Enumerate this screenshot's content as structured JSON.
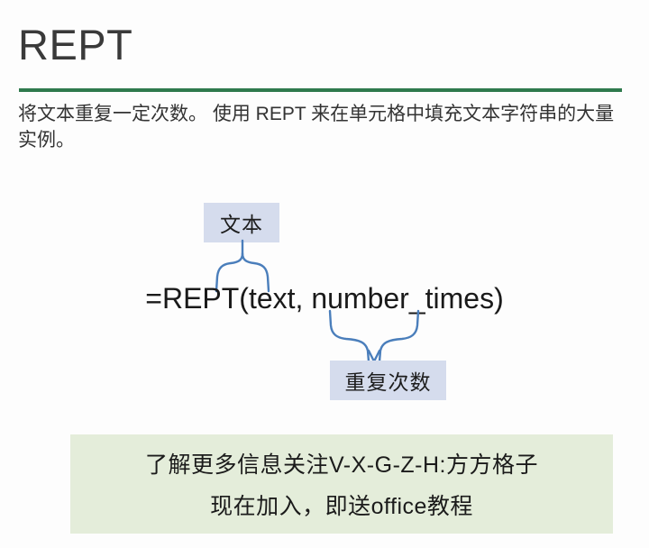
{
  "slide": {
    "title": "REPT",
    "accent_color": "#2f7a4d",
    "background_color": "#fdfdfd",
    "description": "将文本重复一定次数。 使用 REPT 来在单元格中填充文本字符串的大量实例。"
  },
  "diagram": {
    "formula": "=REPT(text, number_times)",
    "label_box_color": "#d5dced",
    "brace_color": "#4a7ebb",
    "labels": [
      {
        "id": "text-arg",
        "text": "文本"
      },
      {
        "id": "times-arg",
        "text": "重复次数"
      }
    ]
  },
  "promo": {
    "background_color": "#e4edda",
    "lines": [
      "了解更多信息关注V-X-G-Z-H:方方格子",
      "现在加入，即送office教程"
    ]
  }
}
